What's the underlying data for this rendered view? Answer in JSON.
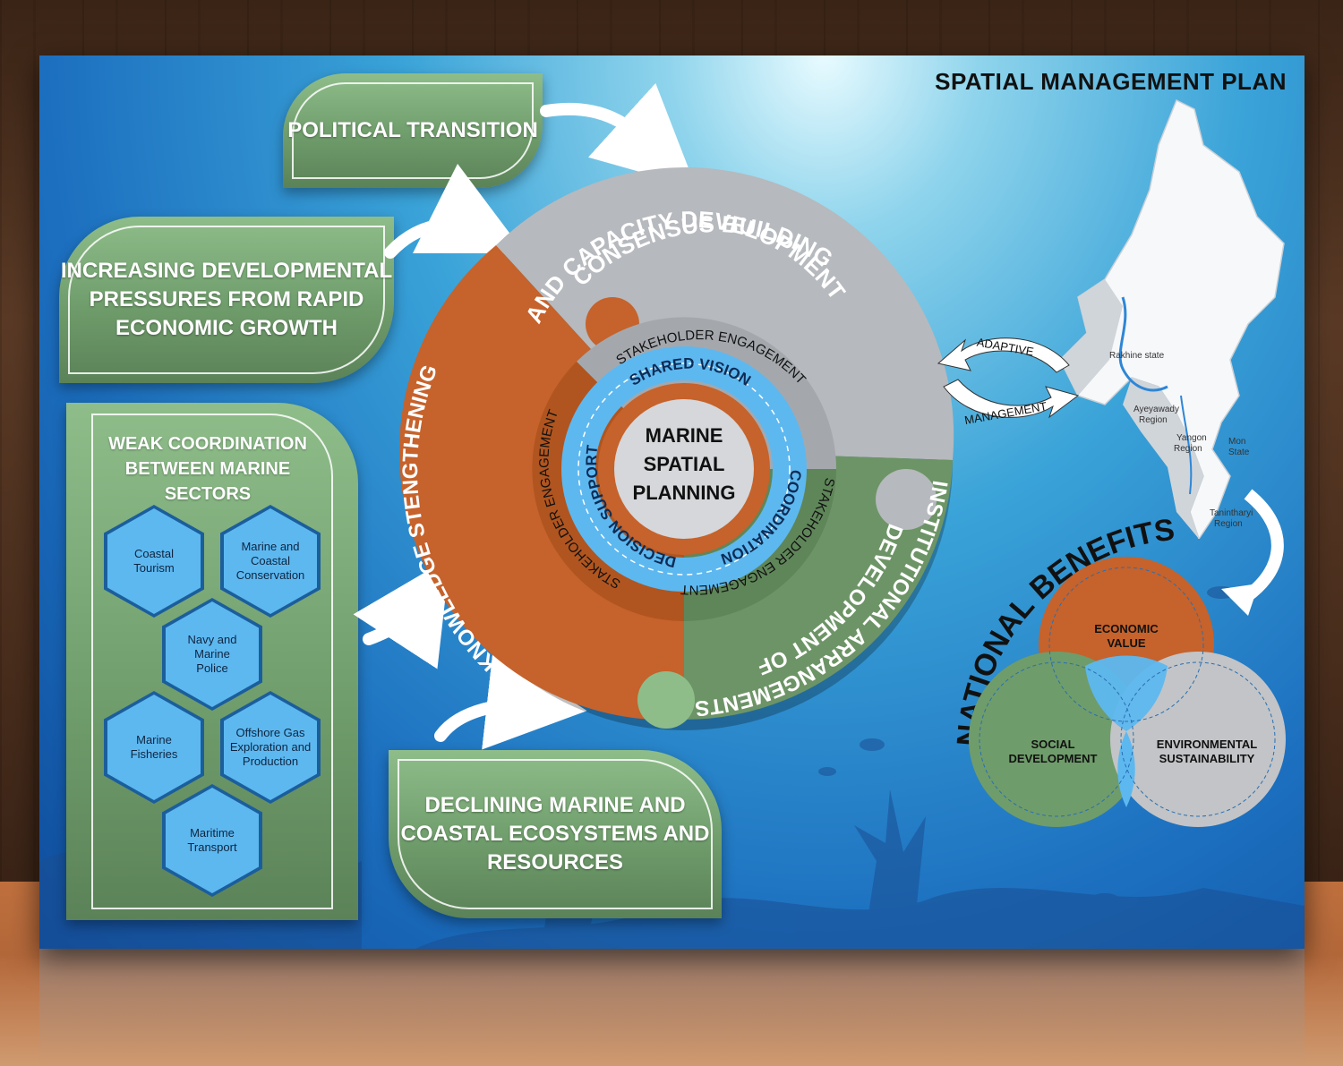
{
  "poster_title": "SPATIAL MANAGEMENT PLAN",
  "drivers": {
    "political": "POLITICAL TRANSITION",
    "pressure": [
      "INCREASING DEVELOPMENTAL",
      "PRESSURES FROM RAPID",
      "ECONOMIC GROWTH"
    ],
    "declining": [
      "DECLINING MARINE AND",
      "COASTAL ECOSYSTEMS AND",
      "RESOURCES"
    ],
    "weak_coordination": {
      "title": [
        "WEAK COORDINATION",
        "BETWEEN MARINE",
        "SECTORS"
      ],
      "sectors": [
        [
          "Coastal",
          "Tourism"
        ],
        [
          "Marine and",
          "Coastal",
          "Conservation"
        ],
        [
          "Navy and",
          "Marine",
          "Police"
        ],
        [
          "Marine",
          "Fisheries"
        ],
        [
          "Offshore Gas",
          "Exploration and",
          "Production"
        ],
        [
          "Maritime",
          "Transport"
        ]
      ]
    }
  },
  "cycle": {
    "center": [
      "MARINE",
      "SPATIAL",
      "PLANNING"
    ],
    "outer": {
      "consensus": [
        "CONSENSUS BUILDING",
        "AND CAPACITY DEVELOPMENT"
      ],
      "institutional": [
        "INSTITUTIONAL ARRANGEMENTS",
        "DEVELOPMENT OF"
      ],
      "data": "DATA KNOWLEDGE STENGTHENING"
    },
    "stakeholder": "STAKEHOLDER ENGAGEMENT",
    "inner_arrows": [
      "SHARED VISION",
      "COORDINATION",
      "DECISION SUPPORT"
    ]
  },
  "map": {
    "regions": [
      [
        "Rakhine state"
      ],
      [
        "Ayeyawady",
        "Region"
      ],
      [
        "Yangon",
        "Region"
      ],
      [
        "Mon",
        "State"
      ],
      [
        "Tanintharyi",
        "Region"
      ]
    ],
    "arrows": [
      "ADAPTIVE",
      "MANAGEMENT"
    ]
  },
  "benefits": {
    "title": "NATIONAL BENEFITS",
    "economic": [
      "ECONOMIC",
      "VALUE"
    ],
    "social": [
      "SOCIAL",
      "DEVELOPMENT"
    ],
    "environmental": [
      "ENVIRONMENTAL",
      "SUSTAINABILITY"
    ]
  },
  "colors": {
    "orange": "#c8612a",
    "grey": "#b9bcc0",
    "green": "#6f9c6b",
    "blue_arrow": "#5db8f0"
  }
}
